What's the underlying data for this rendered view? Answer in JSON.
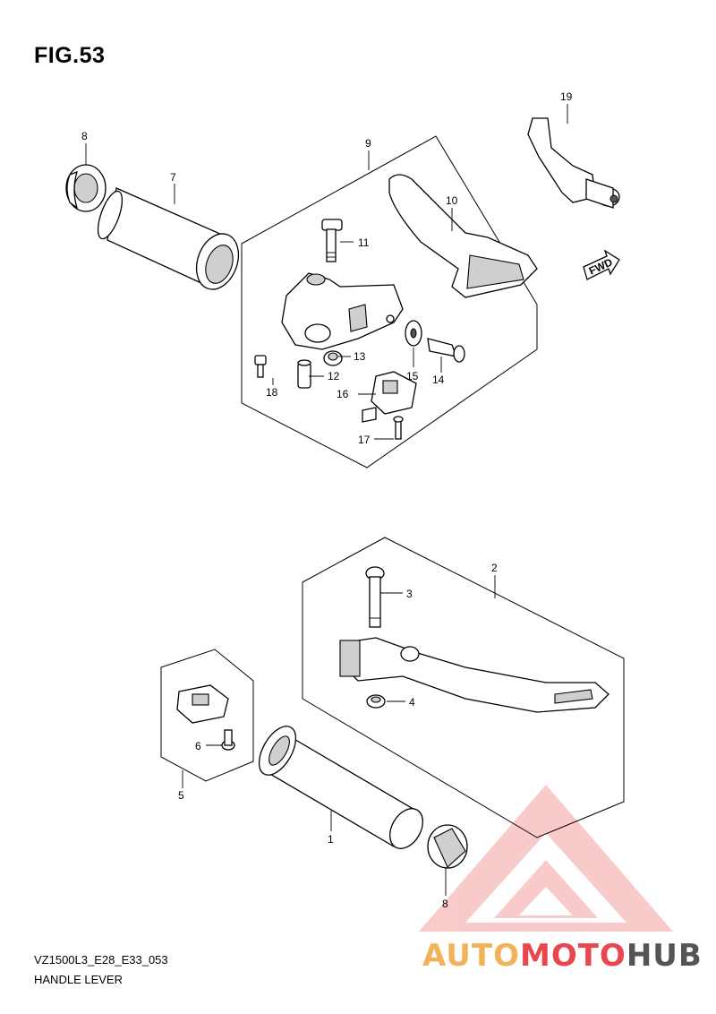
{
  "figure": {
    "title": "FIG.53",
    "model_code": "VZ1500L3_E28_E33_053",
    "section_name": "HANDLE LEVER"
  },
  "callouts": [
    "1",
    "2",
    "3",
    "4",
    "5",
    "6",
    "7",
    "8",
    "9",
    "10",
    "11",
    "12",
    "13",
    "14",
    "15",
    "16",
    "17",
    "18",
    "19",
    "8"
  ],
  "fwd_label": "FWD",
  "watermark": {
    "part1": "AUTO",
    "part2": "MOTO",
    "part3": "HUB",
    "colors": {
      "orange": "#f2b25a",
      "red": "#e8474f",
      "grey": "#555555"
    }
  }
}
